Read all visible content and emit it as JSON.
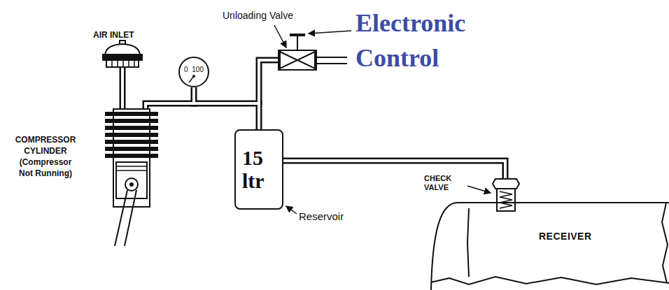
{
  "diagram": {
    "nodes": [
      {
        "text": [
          "0",
          "100"
        ]
      },
      {
        "text": [
          "15 ltr"
        ]
      },
      {
        "text": [
          "RECEIVER"
        ]
      }
    ],
    "edges": [
      {
        "from": 0,
        "to": 1,
        "arrow": "none"
      },
      {
        "from": 1,
        "to": 2,
        "arrow": "none"
      }
    ],
    "labels": [
      "AIR INLET",
      "Unloading Valve",
      "Electronic Control",
      "COMPRESSOR CYLINDER (Compressor Not Running)",
      "Reservoir",
      "CHECK VALVE"
    ]
  }
}
